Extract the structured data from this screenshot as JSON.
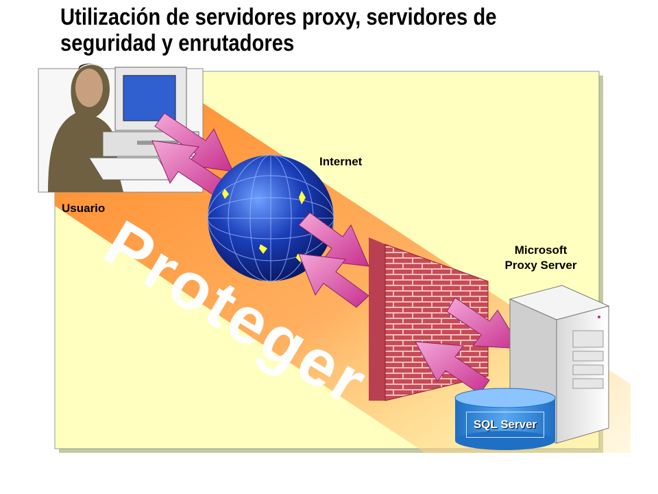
{
  "title_line1": "Utilización de servidores proxy, servidores de",
  "title_line2": "seguridad y enrutadores",
  "labels": {
    "usuario": "Usuario",
    "internet": "Internet",
    "proxy_line1": "Microsoft",
    "proxy_line2": "Proxy Server",
    "proteger": "Proteger",
    "sql": "SQL Server"
  },
  "colors": {
    "panel": "#ffffc0",
    "band": "#ff9a3c",
    "arrow": "#d94aa8",
    "globe": "#1a3db8",
    "wall": "#c8505a",
    "db": "#2f86d9"
  },
  "icons": [
    "user-icon",
    "computer-icon",
    "globe-icon",
    "firewall-icon",
    "server-icon",
    "database-icon"
  ]
}
